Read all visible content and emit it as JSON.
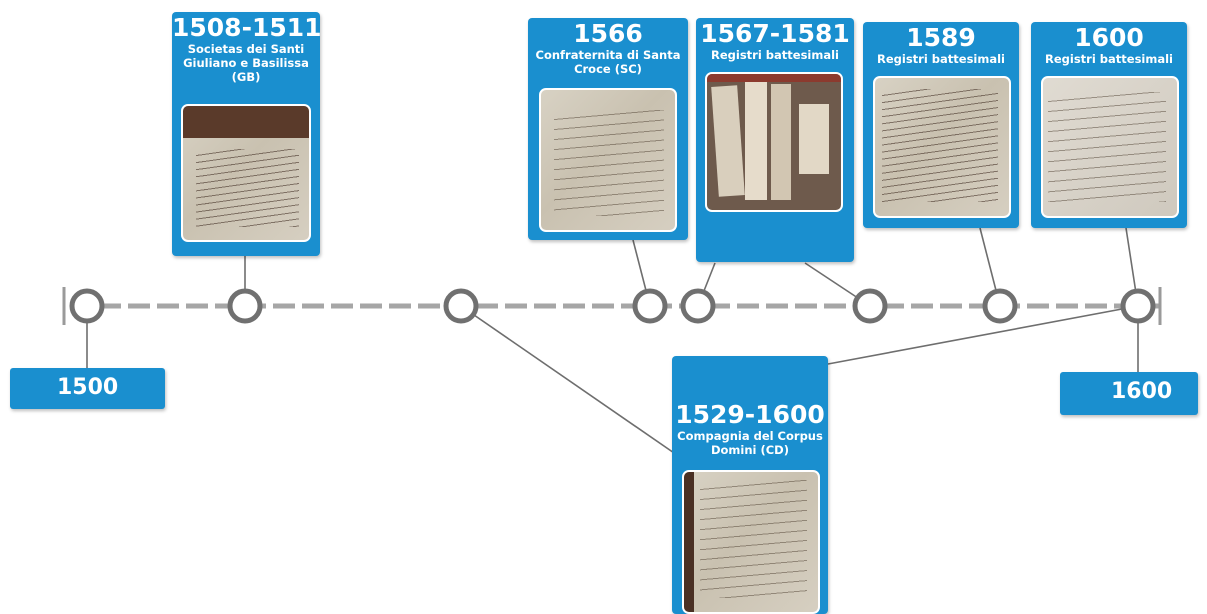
{
  "timeline": {
    "start_label": "1500",
    "end_label": "1600"
  },
  "events": [
    {
      "id": "gb",
      "year": "1508-1511",
      "label": "Societas dei Santi Giuliano e Basilissa (GB)",
      "image": "manuscript-photo"
    },
    {
      "id": "cd",
      "year": "1529-1600",
      "label": "Compagnia del Corpus Domini (CD)",
      "image": "manuscript-photo"
    },
    {
      "id": "sc",
      "year": "1566",
      "label": "Confraternita di Santa Croce (SC)",
      "image": "manuscript-photo"
    },
    {
      "id": "rb1",
      "year": "1567-1581",
      "label": "Registri battesimali",
      "image": "registers-photo"
    },
    {
      "id": "rb2",
      "year": "1589",
      "label": "Registri battesimali",
      "image": "manuscript-photo"
    },
    {
      "id": "rb3",
      "year": "1600",
      "label": "Registri battesimali",
      "image": "manuscript-photo"
    }
  ],
  "colors": {
    "card": "#1a8fcf",
    "axis": "#a6a6a6",
    "node_ring": "#707070",
    "connector": "#6e6e6e"
  }
}
